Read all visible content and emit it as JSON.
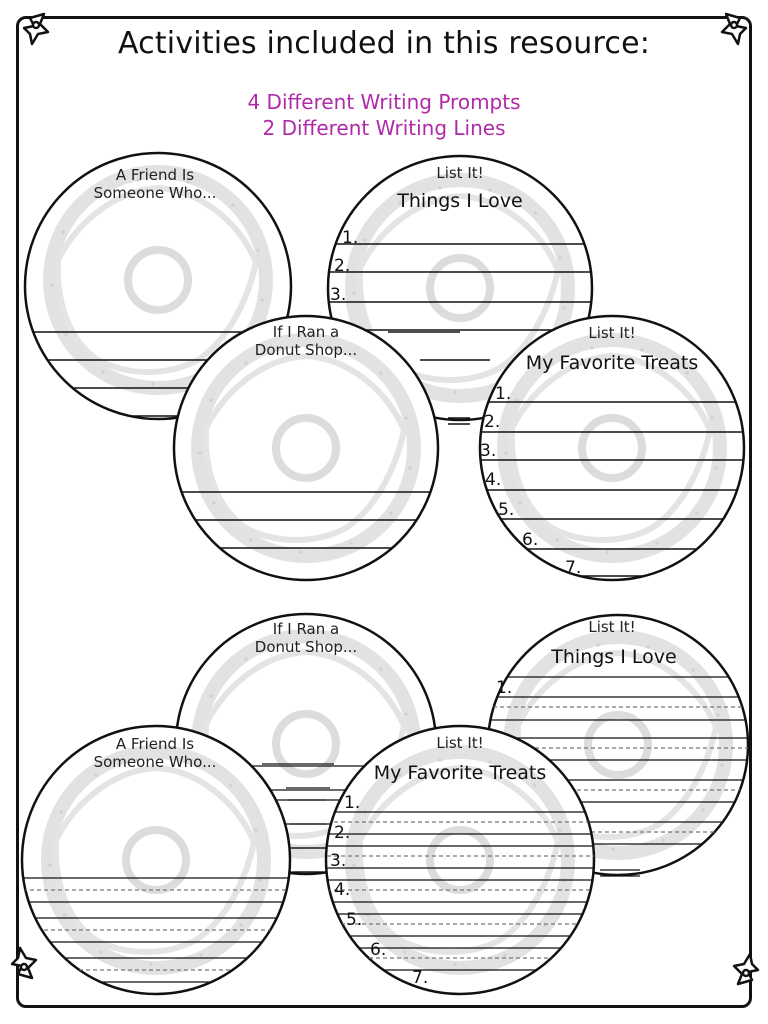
{
  "header": {
    "title": "Activities included in this resource:",
    "subtitle_1": "4 Different Writing Prompts",
    "subtitle_2": "2 Different Writing Lines"
  },
  "cards": {
    "friend": {
      "line1": "A Friend Is",
      "line2": "Someone Who..."
    },
    "donut_shop": {
      "line1": "If I Ran a",
      "line2": "Donut Shop..."
    },
    "things_love": {
      "tag": "List It!",
      "heading": "Things I Love"
    },
    "treats": {
      "tag": "List It!",
      "heading": "My Favorite Treats"
    }
  },
  "numbers": [
    "1.",
    "2.",
    "3.",
    "4.",
    "5.",
    "6.",
    "7."
  ],
  "colors": {
    "accent": "#b02aa8",
    "ink": "#111111",
    "donut": "#dcdcdc"
  },
  "icons": [
    "pushpin-icon"
  ]
}
